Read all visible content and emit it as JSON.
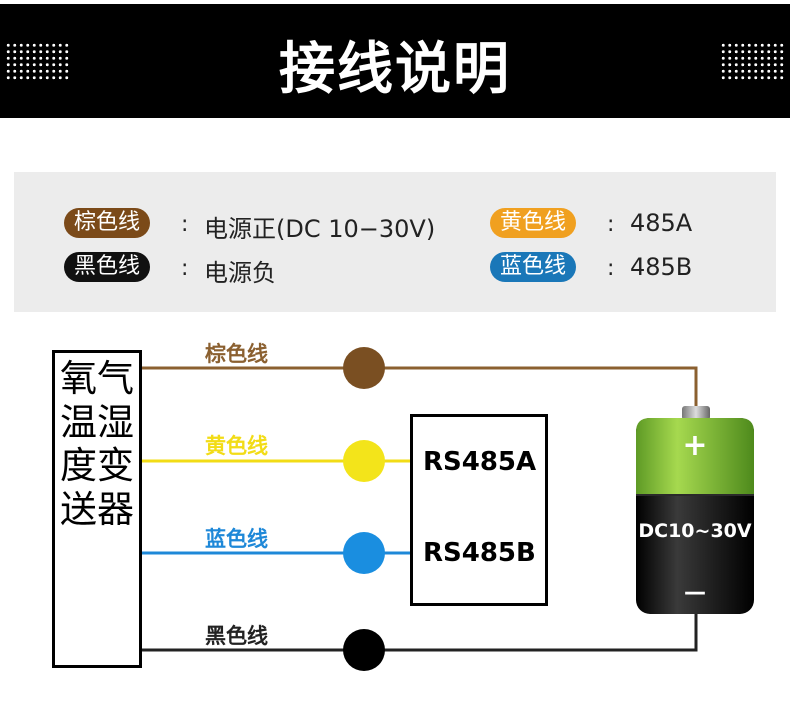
{
  "header": {
    "title": "接线说明"
  },
  "legend": {
    "brown": {
      "pill": "棕色线",
      "colon": ":",
      "desc": "电源正(DC 10−30V)",
      "color": "#7b4a19"
    },
    "black": {
      "pill": "黑色线",
      "colon": ":",
      "desc": "电源负",
      "color": "#111111"
    },
    "yellow": {
      "pill": "黄色线",
      "colon": ":",
      "desc": "485A",
      "color": "#f0a020"
    },
    "blue": {
      "pill": "蓝色线",
      "colon": ":",
      "desc": "485B",
      "color": "#1a77b8"
    }
  },
  "diagram": {
    "device_name": "氧气温湿度变送器",
    "wires": {
      "brown": {
        "label": "棕色线",
        "color": "#8b6030",
        "node": "#7a4f22"
      },
      "yellow": {
        "label": "黄色线",
        "color": "#f2dc16",
        "node": "#f3e41a"
      },
      "blue": {
        "label": "蓝色线",
        "color": "#1e88d8",
        "node": "#1a8ee0"
      },
      "black": {
        "label": "黑色线",
        "color": "#222222",
        "node": "#000000"
      }
    },
    "rs485": {
      "a": "RS485A",
      "b": "RS485B"
    },
    "battery": {
      "label": "DC10~30V",
      "plus": "+",
      "minus": "—",
      "top_color": "#8cc63f",
      "body_color": "#141414"
    }
  }
}
